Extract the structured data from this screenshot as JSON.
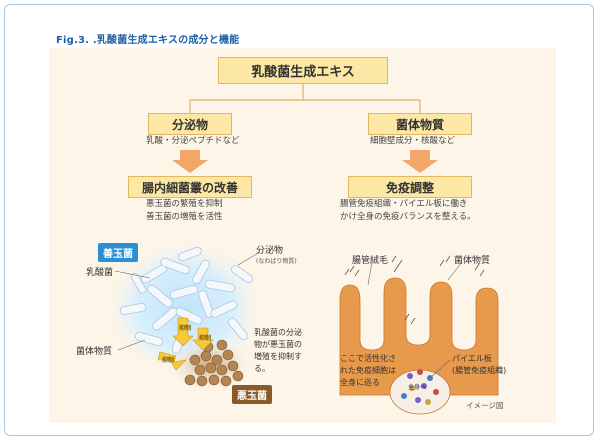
{
  "figure": {
    "title": "Fig.3. .乳酸菌生成エキスの成分と機能"
  },
  "main_box": "乳酸菌生成エキス",
  "left": {
    "box1": "分泌物",
    "caption1": "乳酸・分泌ペプチドなど",
    "box2": "腸内細菌叢の改善",
    "caption2_lines": [
      "悪玉菌の繁殖を抑制",
      "善玉菌の増殖を活性"
    ]
  },
  "right": {
    "box1": "菌体物質",
    "caption1": "細胞壁成分・核酸など",
    "box2": "免疫調整",
    "caption2_lines": [
      "腸管免疫組織・パイエル板に働き",
      "かけ全身の免疫バランスを整える。"
    ]
  },
  "left_illustration": {
    "good_bacteria_tag": "善玉菌",
    "bad_bacteria_tag": "悪玉菌",
    "lactic_label": "乳酸菌",
    "body_label": "菌体物質",
    "secretion_label": "分泌物",
    "secretion_sub": "(なわばり物質)",
    "suppress_label": "抑制",
    "note_lines": [
      "乳酸菌の分泌",
      "物が悪玉菌の",
      "増殖を抑制す",
      "る。"
    ]
  },
  "right_illustration": {
    "villi_label": "腸管絨毛",
    "body_label": "菌体物質",
    "activation_lines": [
      "ここで活性化さ",
      "れた免疫細胞は",
      "全身に巡る"
    ],
    "whole_body_label": "全身へ",
    "peyer_lines": [
      "パイエル板",
      "(腸管免疫組織)"
    ]
  },
  "image_note": "イメージ図",
  "colors": {
    "box_fill": "#fde7a4",
    "box_border": "#e0b860",
    "panel_bg": "#fdf5e8",
    "title_blue": "#1f5fa8",
    "good_tag": "#2b8fd6",
    "bad_tag": "#8b5a2b",
    "villi": "#e89a4c"
  }
}
